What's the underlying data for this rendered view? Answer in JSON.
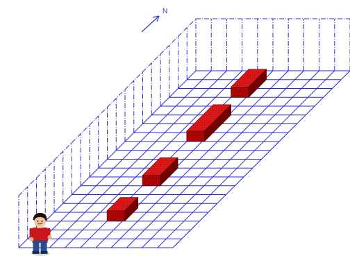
{
  "scene": {
    "compass": {
      "label": "N"
    },
    "grid": {
      "cols": 10,
      "rows": 20
    },
    "colors": {
      "grid_line": "#2525dd",
      "wall_dash": "#3030cc",
      "block_top": "#e01818",
      "block_front": "#b00606",
      "block_side": "#7a0000",
      "compass": "#2c3cc8"
    },
    "blocks": [
      {
        "name": "block-1",
        "col": 5,
        "row": 3,
        "length": 1.5
      },
      {
        "name": "block-2",
        "col": 5,
        "row": 7,
        "length": 2
      },
      {
        "name": "block-3",
        "col": 5,
        "row": 12,
        "length": 3
      },
      {
        "name": "block-4",
        "col": 5,
        "row": 17,
        "length": 2
      }
    ],
    "character": {
      "name": "lego-minifigure",
      "col": 1,
      "row": 1,
      "colors": {
        "hair": "#1c1108",
        "skin": "#f0c49c",
        "shirt": "#c8161e",
        "pants": "#2b4b8f",
        "shoes": "#162a50",
        "hands": "#e9b27c"
      }
    }
  }
}
